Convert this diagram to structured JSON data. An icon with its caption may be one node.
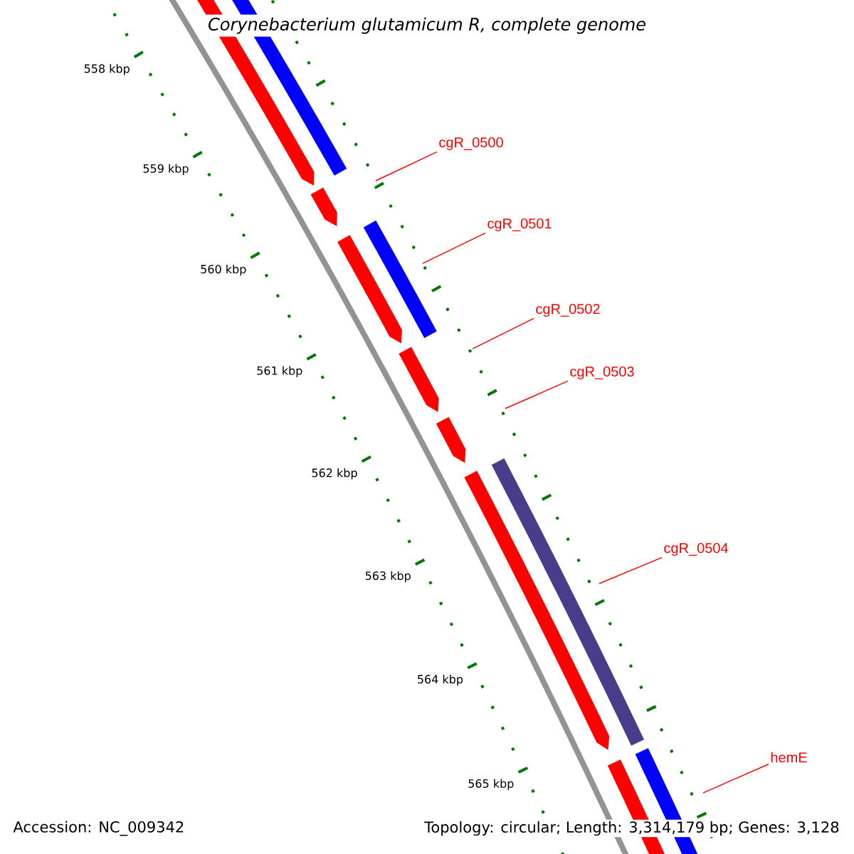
{
  "diagram": {
    "title": "Corynebacterium glutamicum R, complete genome",
    "nodes": [
      {
        "text": [
          "cgR_0500"
        ]
      },
      {
        "text": [
          "cgR_0501"
        ]
      },
      {
        "text": [
          "cgR_0502"
        ]
      },
      {
        "text": [
          "cgR_0503"
        ]
      },
      {
        "text": [
          "cgR_0504"
        ]
      },
      {
        "text": [
          "hemE"
        ]
      }
    ],
    "edges": [
      {
        "from": 0,
        "to": null,
        "arrow": "none"
      },
      {
        "from": 1,
        "to": null,
        "arrow": "none"
      },
      {
        "from": 2,
        "to": null,
        "arrow": "none"
      },
      {
        "from": 3,
        "to": null,
        "arrow": "none"
      },
      {
        "from": 4,
        "to": null,
        "arrow": "none"
      },
      {
        "from": 5,
        "to": null,
        "arrow": "none"
      }
    ],
    "labels": [
      "558 kbp",
      "559 kbp",
      "560 kbp",
      "561 kbp",
      "562 kbp",
      "563 kbp",
      "564 kbp",
      "565 kbp",
      "Accession: NC_009342",
      "Topology: circular; Length: 3,314,179 bp; Genes: 3,128"
    ]
  }
}
